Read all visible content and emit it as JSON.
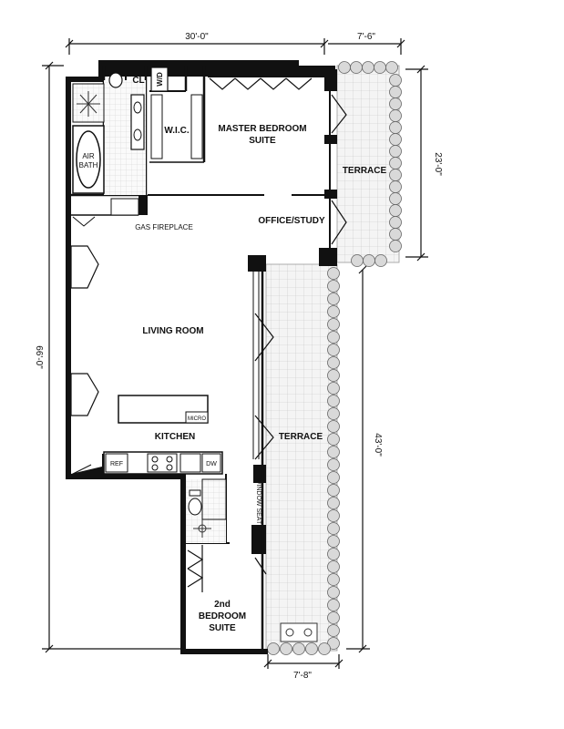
{
  "dimensions": {
    "top_width": "30'-0\"",
    "terrace_top_width": "7'-6\"",
    "left_height": "66'-0\"",
    "terrace_top_height": "23'-0\"",
    "terrace_lower_height": "43'-0\"",
    "terrace_bottom_width": "7'-8\""
  },
  "rooms": {
    "master_bedroom_line1": "MASTER BEDROOM",
    "master_bedroom_line2": "SUITE",
    "wic": "W.I.C.",
    "closet": "CL",
    "washer_dryer": "W/D",
    "air_bath_line1": "AIR",
    "air_bath_line2": "BATH",
    "gas_fireplace": "GAS FIREPLACE",
    "office_study": "OFFICE/STUDY",
    "terrace_upper": "TERRACE",
    "terrace_lower": "TERRACE",
    "living_room": "LIVING ROOM",
    "kitchen": "KITCHEN",
    "micro": "MICRO",
    "ref": "REF",
    "dw": "DW",
    "window_seat": "WINDOW SEAT",
    "second_bedroom_line1": "2nd",
    "second_bedroom_line2": "BEDROOM",
    "second_bedroom_line3": "SUITE"
  }
}
